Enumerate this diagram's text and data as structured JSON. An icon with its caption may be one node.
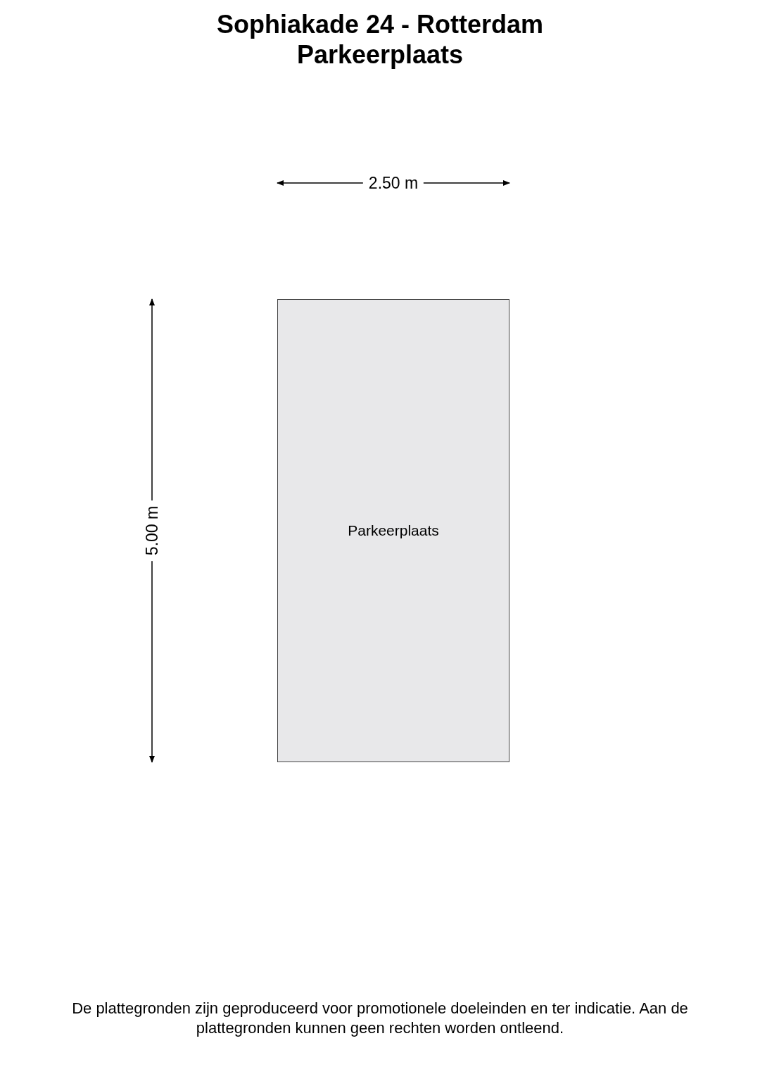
{
  "diagram": {
    "title": "Sophiakade 24 - Rotterdam",
    "nodes": [
      {
        "text": [
          "Parkeerplaats"
        ]
      }
    ],
    "edges": [],
    "labels": [
      "Parkeerplaats",
      "2.50 m",
      "5.00 m"
    ],
    "caption": "De plattegronden zijn geproduceerd voor promotionele doeleinden en ter indicatie. Aan de plattegronden kunnen geen rechten worden ontleend."
  }
}
